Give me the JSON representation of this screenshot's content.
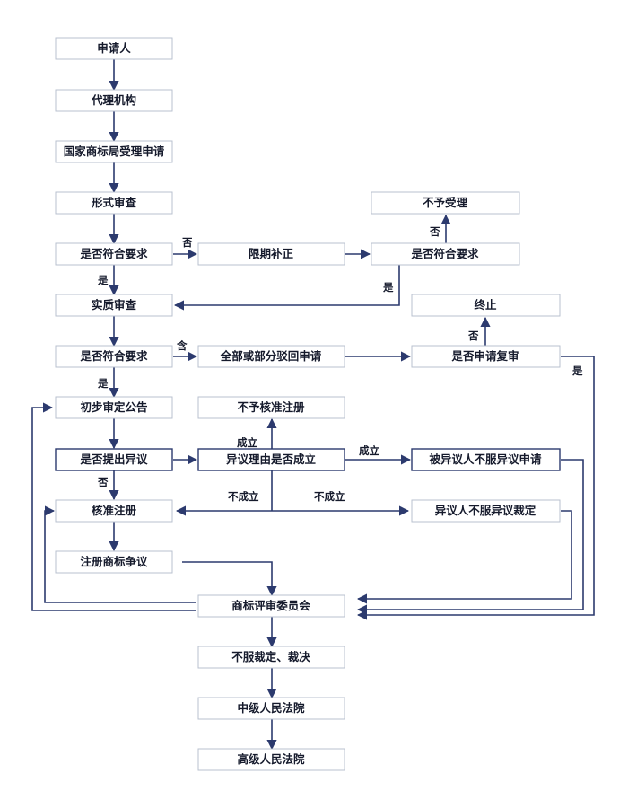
{
  "nodes": {
    "applicant": "申请人",
    "agency": "代理机构",
    "office_accept": "国家商标局受理申请",
    "formal_exam": "形式审查",
    "meets_req_1": "是否符合要求",
    "correction": "限期补正",
    "meets_req_2": "是否符合要求",
    "not_accepted": "不予受理",
    "substantive_exam": "实质审查",
    "meets_req_3": "是否符合要求",
    "rejection": "全部或部分驳回申请",
    "apply_review": "是否申请复审",
    "terminated": "终止",
    "prelim_announce": "初步审定公告",
    "not_registered": "不予核准注册",
    "opposition_filed": "是否提出异议",
    "opposition_valid": "异议理由是否成立",
    "opposed_party_appeal": "被异议人不服异议申请",
    "approve_registration": "核准注册",
    "opponent_appeal": "异议人不服异议裁定",
    "registered_dispute": "注册商标争议",
    "review_board": "商标评审委员会",
    "dispute_ruling": "不服裁定、裁决",
    "intermediate_court": "中级人民法院",
    "high_court": "高级人民法院"
  },
  "edge_labels": {
    "no_1": "否",
    "no_2": "否",
    "yes_1": "是",
    "yes_2": "是",
    "no_3": "含",
    "yes_3": "是",
    "no_4": "否",
    "yes_4": "是",
    "valid_up": "成立",
    "valid_right": "成立",
    "no_5": "否",
    "invalid_left": "不成立",
    "invalid_right": "不成立"
  },
  "colors": {
    "arrow": "#2c3a6e",
    "box_border": "#b9c1cf",
    "text": "#151a2c"
  }
}
